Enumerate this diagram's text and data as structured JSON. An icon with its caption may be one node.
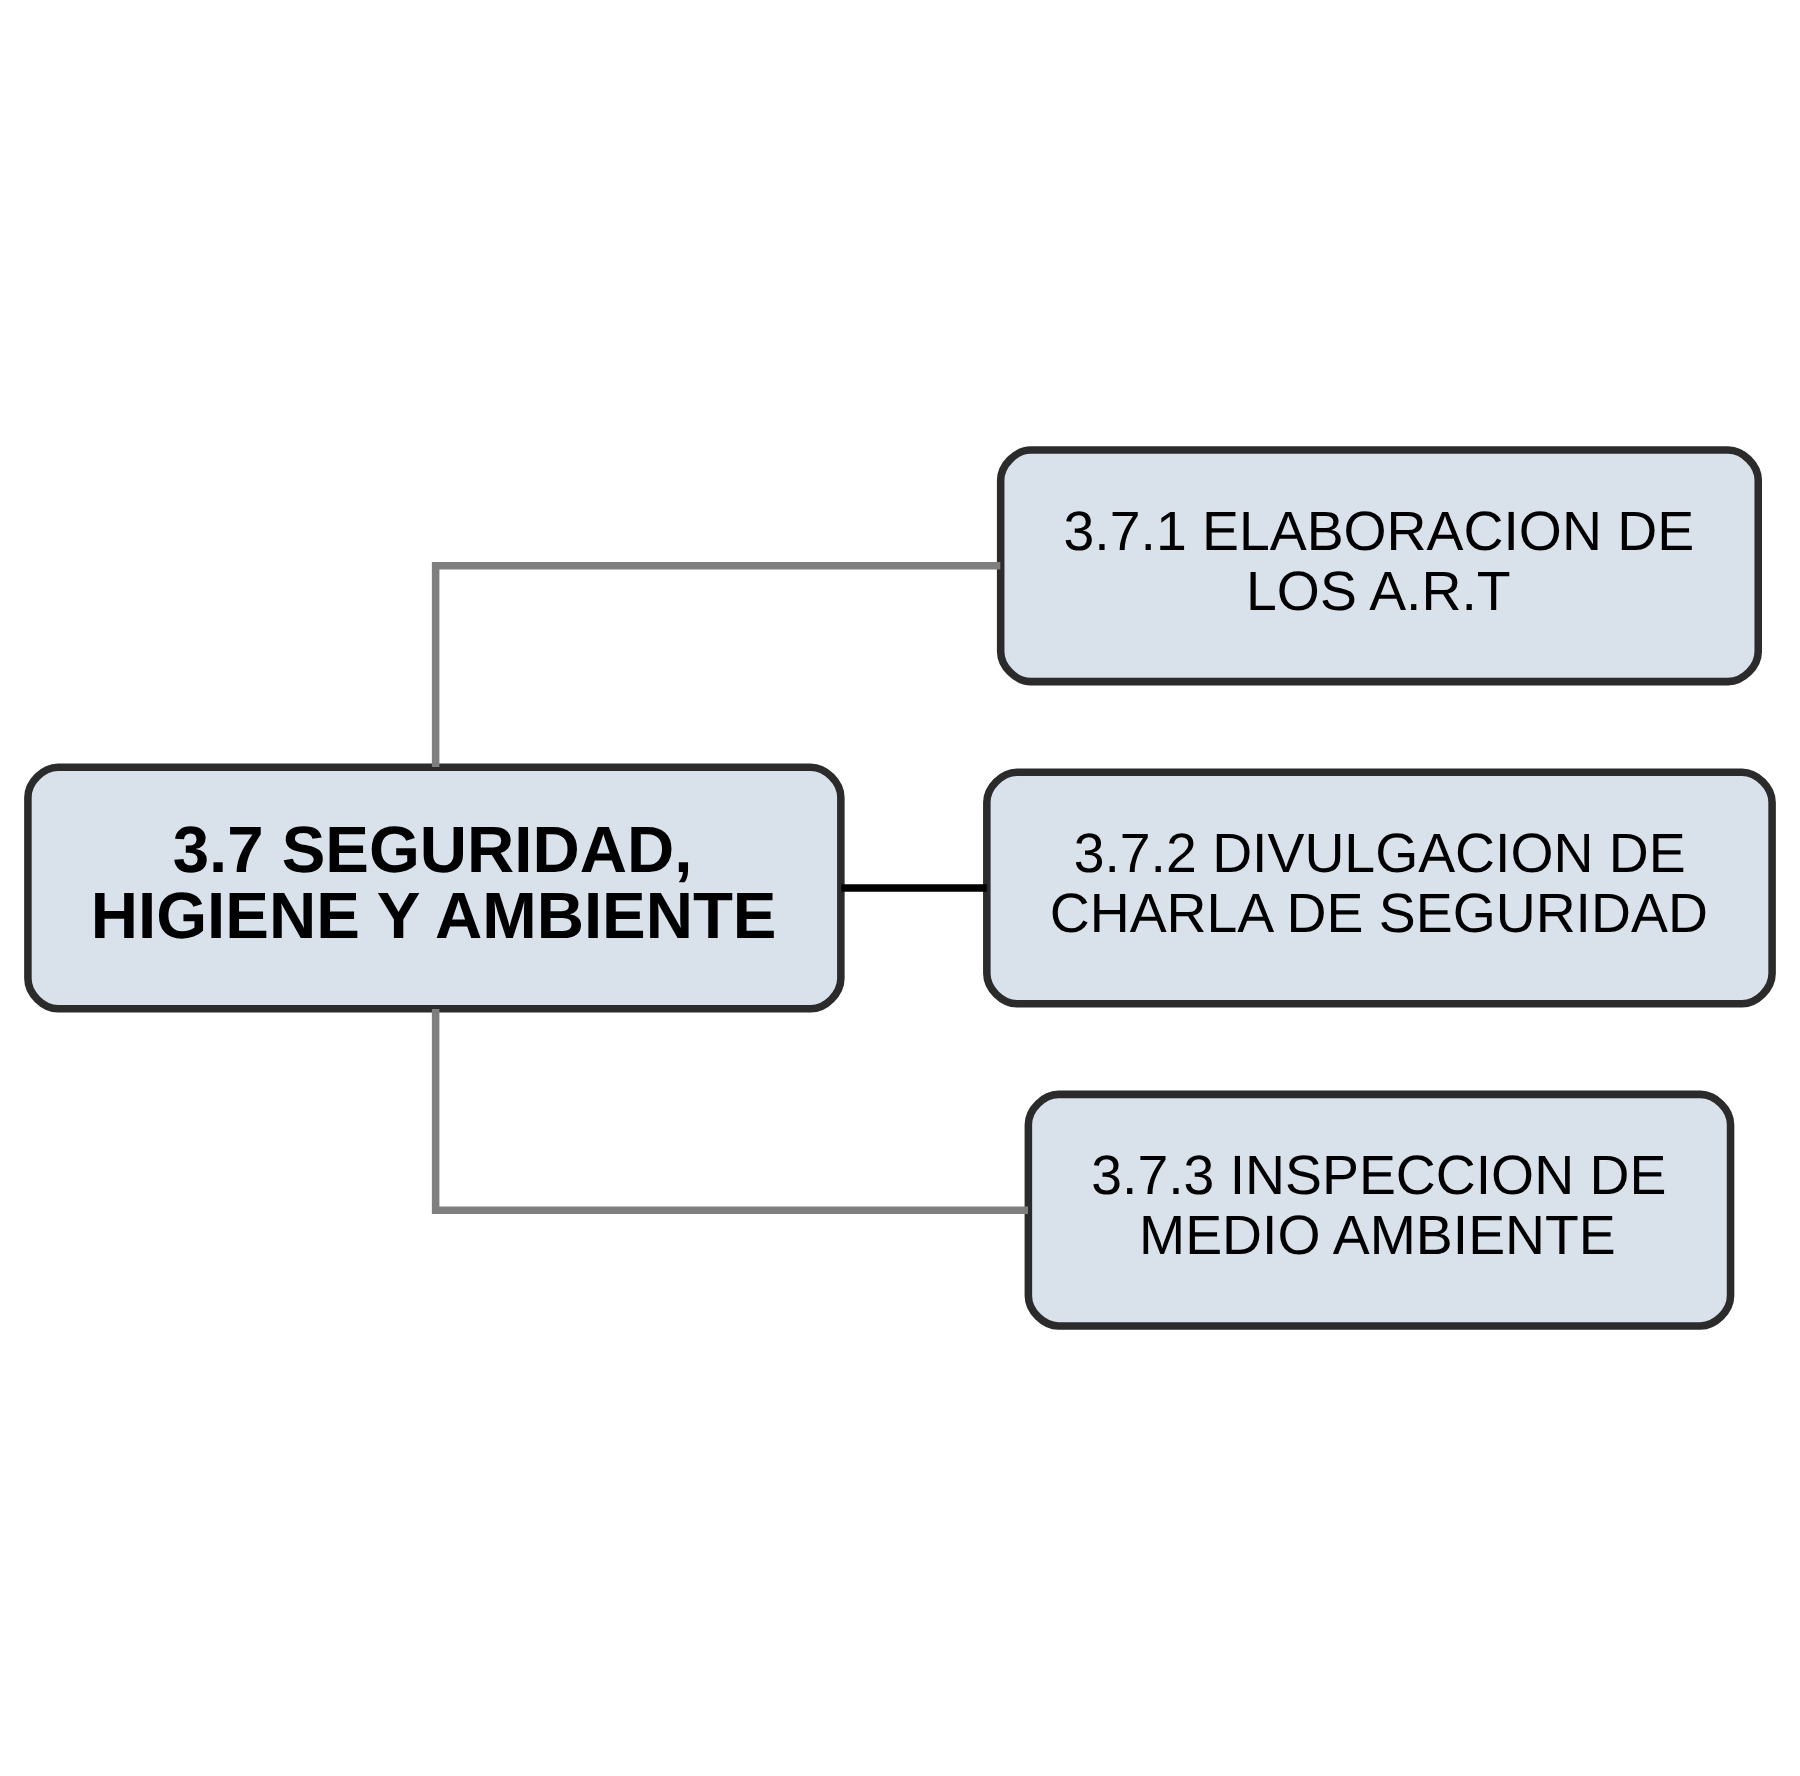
{
  "diagram": {
    "nodes": [
      {
        "text": [
          "3.7 SEGURIDAD, HIGIENE Y AMBIENTE"
        ]
      },
      {
        "text": [
          "3.7.1 ELABORACION DE LOS A.R.T"
        ]
      },
      {
        "text": [
          "3.7.2 DIVULGACION DE CHARLA DE SEGURIDAD"
        ]
      },
      {
        "text": [
          "3.7.3 INSPECCION DE MEDIO AMBIENTE"
        ]
      }
    ],
    "edges": [
      {
        "from": 0,
        "to": 1,
        "arrow": "none"
      },
      {
        "from": 0,
        "to": 2,
        "arrow": "none",
        "color": "#000000"
      },
      {
        "from": 0,
        "to": 3,
        "arrow": "none"
      }
    ]
  }
}
